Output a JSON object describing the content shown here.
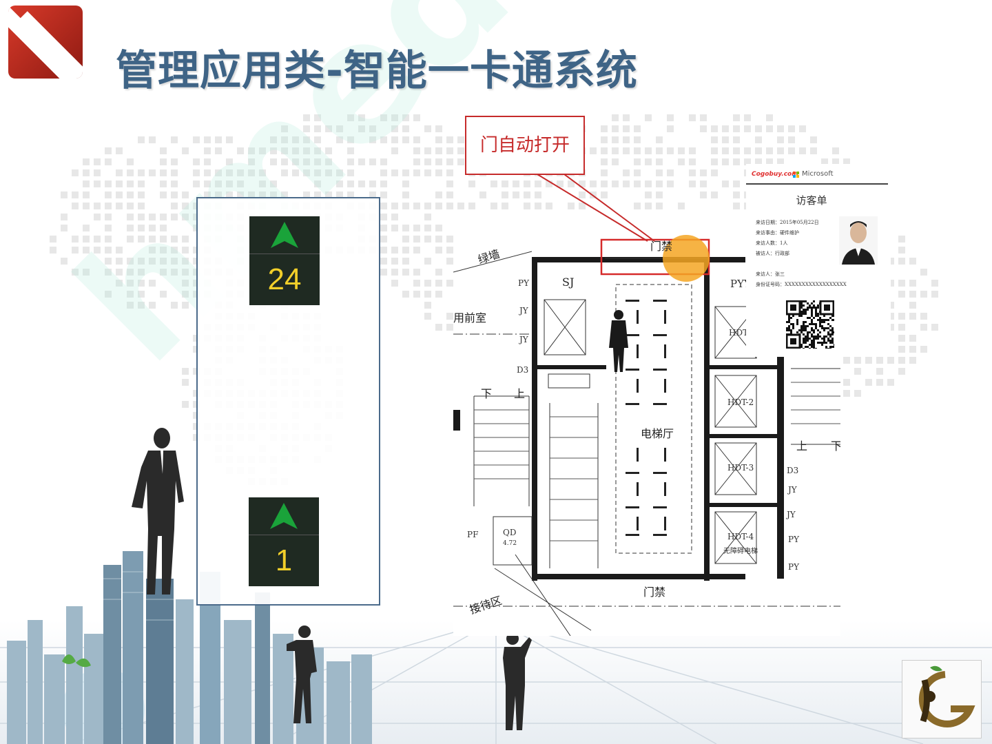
{
  "slide": {
    "title": "管理应用类-智能一卡通系统"
  },
  "elevator": {
    "top_display": {
      "floor": "24",
      "direction": "up"
    },
    "bottom_display": {
      "floor": "1",
      "direction": "up"
    }
  },
  "callout": {
    "text": "门自动打开"
  },
  "floorplan": {
    "labels": {
      "green_wall": "绿墙",
      "front_room": "用前室",
      "elevator_hall": "电梯厅",
      "access_top": "门禁",
      "access_bottom": "门禁",
      "reception": "接待区",
      "sj": "SJ",
      "py1": "PY",
      "py2": "PYY",
      "py3": "PY",
      "py4": "PY",
      "jy1": "JY",
      "jy2": "JY",
      "jy3": "JY",
      "jy4": "JY",
      "d3a": "D3",
      "d3b": "D3",
      "down": "下",
      "up": "上",
      "up2": "上",
      "down2": "下",
      "hdt1": "HDT",
      "hdt2": "HDT-2",
      "hdt3": "HDT-3",
      "hdt4": "HDT-4",
      "accessible": "无障碍电梯",
      "qd": "QD",
      "qd_num": "4.72",
      "pf": "PF"
    }
  },
  "visitor_card": {
    "brand_left": "Cogobuy.com",
    "brand_right": "Microsoft",
    "title": "访客单",
    "rows": [
      "来访日期：2015年05月22日",
      "来访事由：硬件维护",
      "来访人数：1人",
      "被访人：行政部",
      "来访人：张三",
      "身份证号码：XXXXXXXXXXXXXXXXXX"
    ]
  },
  "colors": {
    "title": "#3f6486",
    "callout": "#c62a2a",
    "display_digits": "#f2cf2a",
    "arrow": "#1aa33a",
    "highlight": "#f5a623"
  }
}
